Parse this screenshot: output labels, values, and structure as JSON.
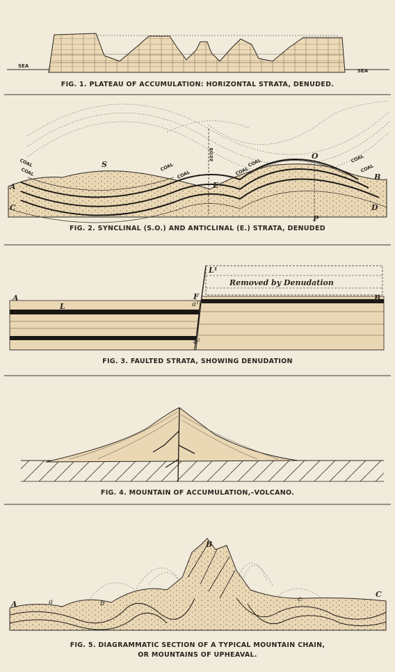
{
  "figures": [
    {
      "id": "fig1",
      "caption": "FIG. 1. PLATEAU OF ACCUMULATION: HORIZONTAL STRATA, DENUDED.",
      "labels": {
        "sea_left": "SEA",
        "sea_right": "SEA"
      }
    },
    {
      "id": "fig2",
      "caption": "FIG. 2. SYNCLINAL (S.O.) AND ANTICLINAL (E.) STRATA, DENUDED",
      "labels": {
        "A": "A",
        "B": "B",
        "C": "C",
        "D": "D",
        "S": "S",
        "O": "O",
        "E": "E",
        "P": "P",
        "coal": "COAL",
        "boss": "ƧƧOƎ"
      }
    },
    {
      "id": "fig3",
      "caption": "FIG. 3. FAULTED STRATA, SHOWING DENUDATION",
      "labels": {
        "A": "A",
        "L": "L",
        "F": "F",
        "a1": "a¹",
        "a2": "a²",
        "L1": "L¹",
        "B": "B",
        "removed": "Removed by Denudation"
      }
    },
    {
      "id": "fig4",
      "caption": "FIG. 4. MOUNTAIN OF ACCUMULATION,–VOLCANO."
    },
    {
      "id": "fig5",
      "caption": "FIG. 5. DIAGRAMMATIC SECTION OF A TYPICAL MOUNTAIN CHAIN,",
      "caption2": "OR MOUNTAINS OF UPHEAVAL.",
      "labels": {
        "A": "A",
        "a": "a",
        "b": "b",
        "B": "B",
        "c": "c",
        "C": "C"
      }
    }
  ],
  "colors": {
    "paper": "#f1ebdc",
    "stratum": "#e9d6b2",
    "ink": "#2a2520",
    "coal": "#1c1815"
  }
}
